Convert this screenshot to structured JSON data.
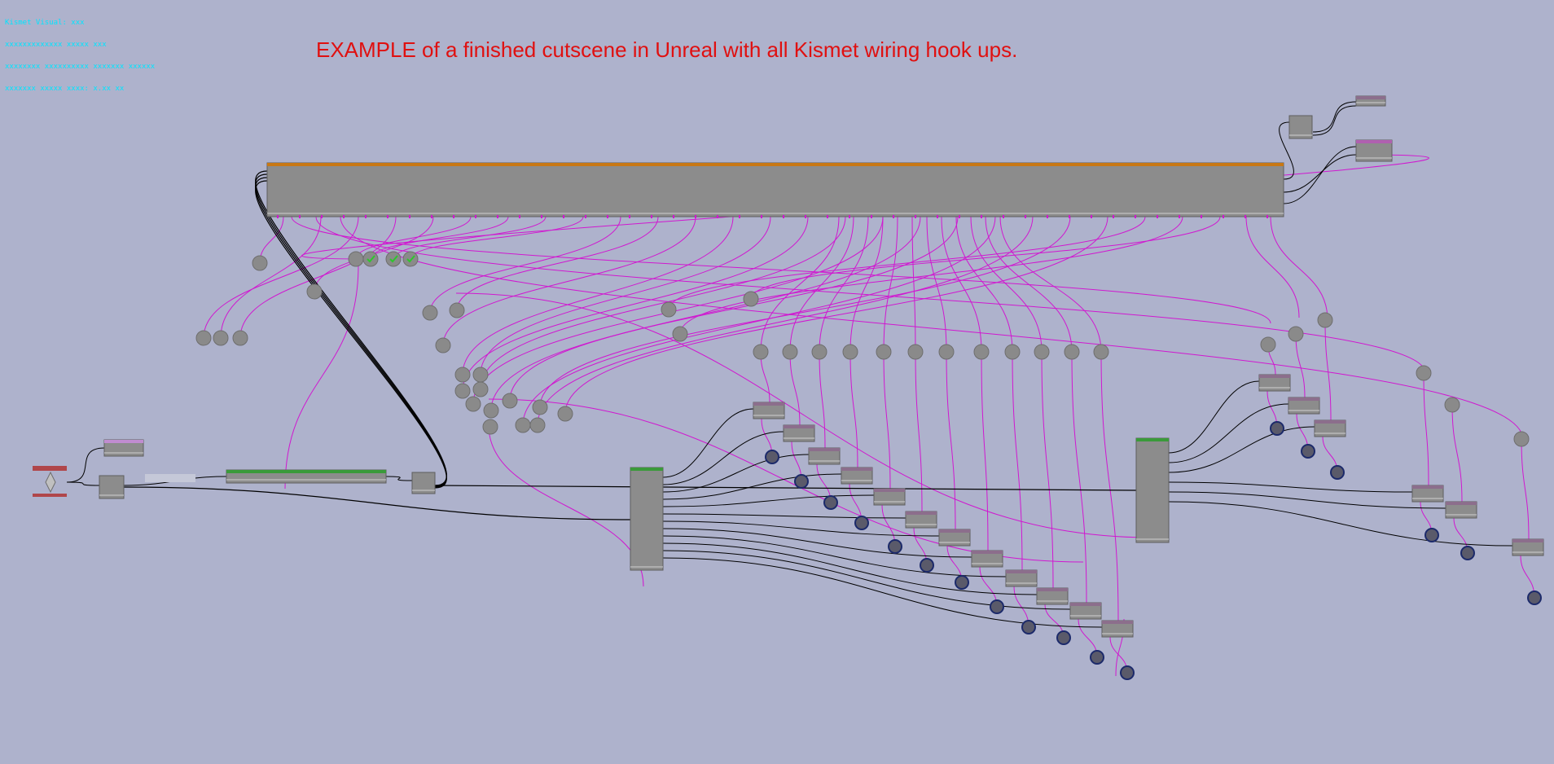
{
  "window": {
    "hud_lines": [
      "Kismet Visual: xxx",
      "xxxxxxxxxxxxx xxxxx xxx",
      "xxxxxxxx xxxxxxxxxx xxxxxxx xxxxxx",
      "xxxxxxx xxxxx xxxx: x.xx xx"
    ]
  },
  "annotation": {
    "text": "EXAMPLE of a finished cutscene in Unreal with all Kismet wiring hook ups."
  },
  "colors": {
    "background": "#aeb2cc",
    "node_body": "#8c8c8c",
    "matinee_header": "#c87814",
    "event_header": "#3a9a3a",
    "action_header": "#9a3a9a",
    "wire_black": "#000000",
    "wire_magenta": "#d018d0",
    "wire_orange": "#c87814",
    "variable_fill": "#8a8a8a",
    "object_var_fill": "#5a5a6a",
    "hud_text": "#00e5ff",
    "annotation_text": "#e01010"
  },
  "graph": {
    "node_groups": [
      "level-start-event",
      "matinee-master",
      "camera-tracks",
      "actor-spawns",
      "sound-cues",
      "end-sequence"
    ],
    "icons": [
      "checkmark-icon",
      "object-variable-icon",
      "boolean-variable-icon"
    ]
  }
}
